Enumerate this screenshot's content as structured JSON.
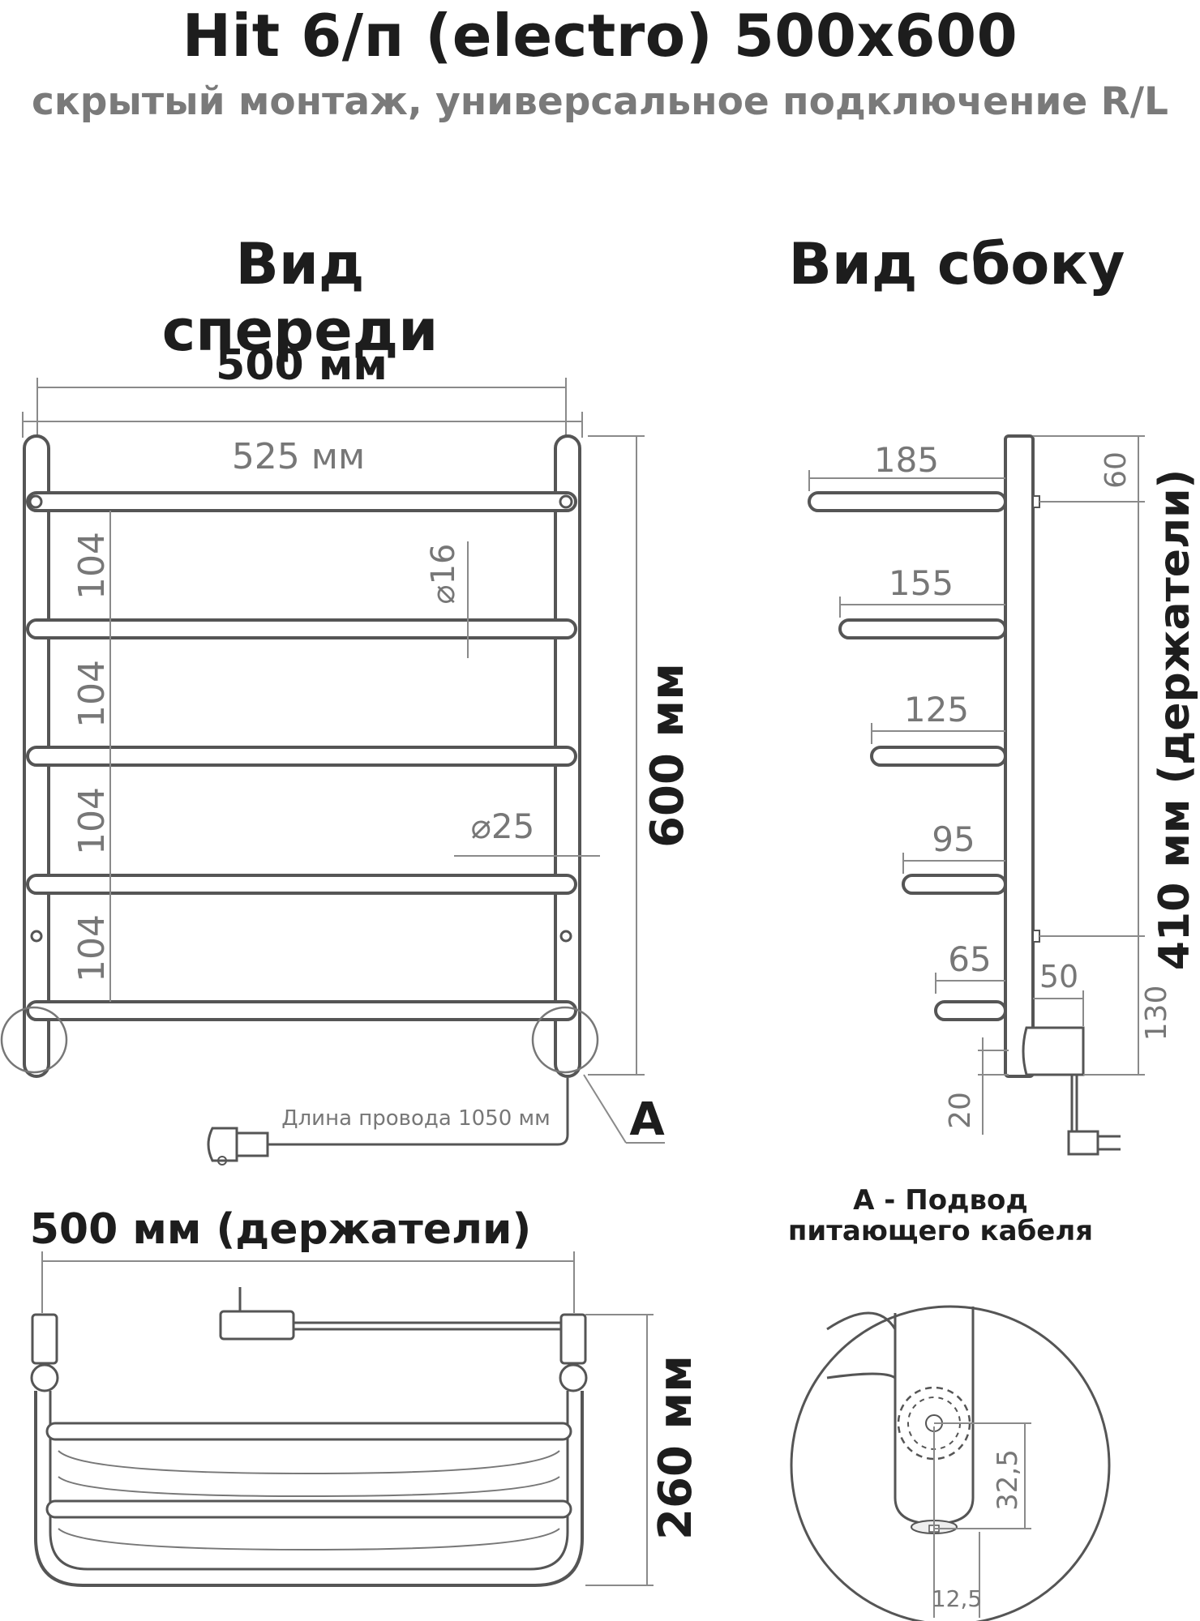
{
  "header": {
    "title": "Hit 6/п (electro) 500x600",
    "subtitle": "скрытый монтаж, универсальное подключение R/L"
  },
  "front_view": {
    "title": "Вид спереди",
    "width_holders": "500 мм",
    "width_total": "525 мм",
    "height_total": "600 мм",
    "gap_labels": [
      "104",
      "104",
      "104",
      "104"
    ],
    "diameter_rung": "⌀16",
    "diameter_riser": "⌀25",
    "cable_length": "Длина провода 1050 мм",
    "callout_letter": "A"
  },
  "side_view": {
    "title": "Вид сбоку",
    "rung_depths": [
      "185",
      "155",
      "125",
      "95",
      "65"
    ],
    "top_offset": "60",
    "holders_distance": "410 мм (держатели)",
    "bottom_offset": "130",
    "wall_offset": "50",
    "base_offset": "20"
  },
  "top_view": {
    "width_holders": "500 мм (держатели)",
    "depth": "260 мм"
  },
  "callout_a": {
    "title_line1": "А - Подвод",
    "title_line2": "питающего кабеля",
    "dim_vertical": "32,5",
    "dim_horizontal": "12,5"
  },
  "colors": {
    "ink": "#1d1d1d",
    "tube": "#555555",
    "dim_line": "#8a8a8a",
    "subtitle": "#7a7a7a"
  }
}
